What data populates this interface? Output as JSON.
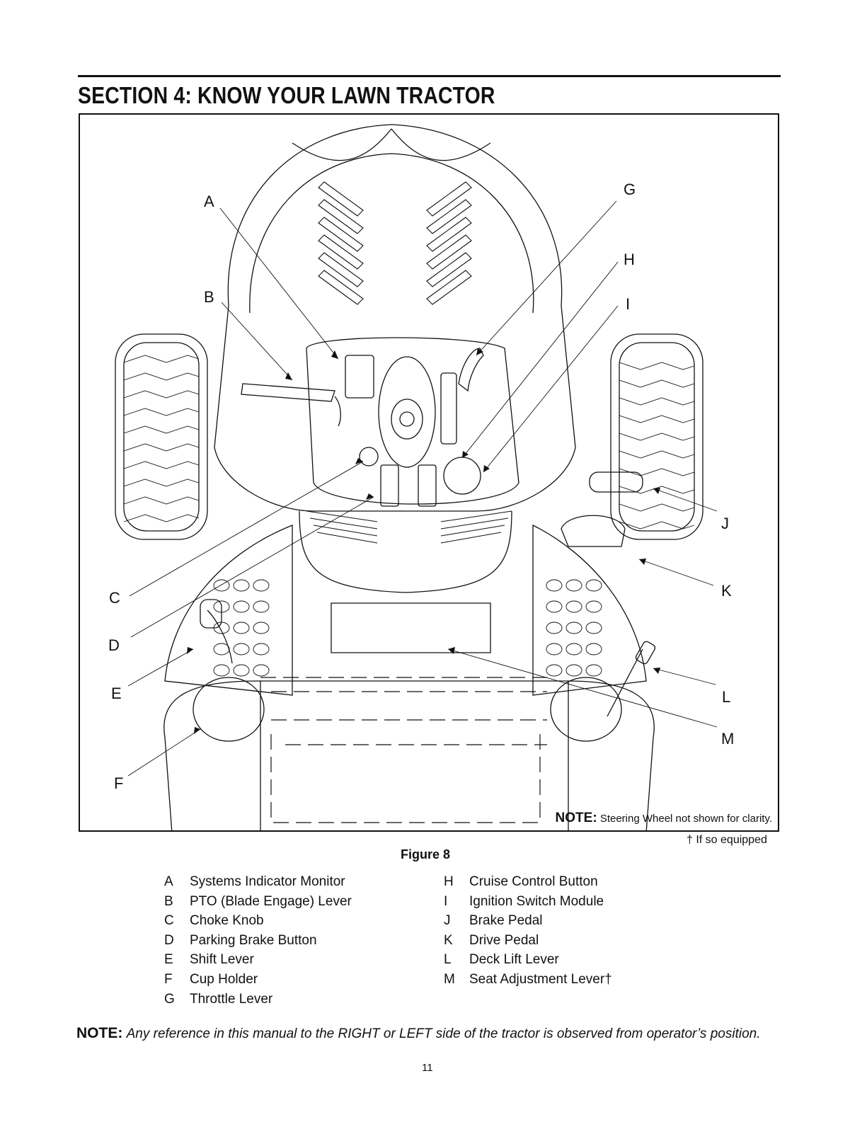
{
  "section_title": "SECTION 4:  KNOW YOUR LAWN TRACTOR",
  "figure": {
    "callouts": [
      "A",
      "B",
      "C",
      "D",
      "E",
      "F",
      "G",
      "H",
      "I",
      "J",
      "K",
      "L",
      "M"
    ],
    "note_lead": "NOTE:",
    "note_text": "Steering Wheel not shown for clarity.",
    "equipped_note": "† If so equipped",
    "caption": "Figure 8"
  },
  "legend_left": [
    {
      "key": "A",
      "label": "Systems Indicator Monitor"
    },
    {
      "key": "B",
      "label": "PTO (Blade Engage) Lever"
    },
    {
      "key": "C",
      "label": "Choke Knob"
    },
    {
      "key": "D",
      "label": "Parking Brake Button"
    },
    {
      "key": "E",
      "label": "Shift Lever"
    },
    {
      "key": "F",
      "label": "Cup Holder"
    },
    {
      "key": "G",
      "label": "Throttle Lever"
    }
  ],
  "legend_right": [
    {
      "key": "H",
      "label": "Cruise Control Button"
    },
    {
      "key": "I",
      "label": "Ignition Switch Module"
    },
    {
      "key": "J",
      "label": "Brake Pedal"
    },
    {
      "key": "K",
      "label": "Drive Pedal"
    },
    {
      "key": "L",
      "label": "Deck Lift Lever"
    },
    {
      "key": "M",
      "label": "Seat Adjustment Lever†"
    }
  ],
  "bottom_note": {
    "lead": "NOTE:",
    "text": "Any reference in this manual to the RIGHT or LEFT side of the tractor is observed from operator’s position."
  },
  "page_number": "11"
}
